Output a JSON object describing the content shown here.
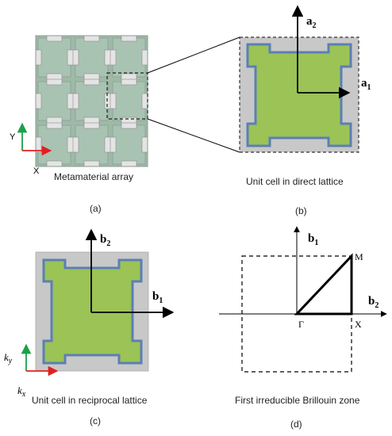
{
  "panels": {
    "a": {
      "label": "(a)",
      "caption": "Metamaterial array",
      "axis_y": "Y",
      "axis_x": "X"
    },
    "b": {
      "label": "(b)",
      "caption": "Unit cell in direct lattice",
      "vec1": "a",
      "vec1_sub": "1",
      "vec2": "a",
      "vec2_sub": "2"
    },
    "c": {
      "label": "(c)",
      "caption": "Unit cell in reciprocal lattice",
      "vec1": "b",
      "vec1_sub": "1",
      "vec2": "b",
      "vec2_sub": "2",
      "axis_ky": "k",
      "axis_ky_sub": "y",
      "axis_kx": "k",
      "axis_kx_sub": "x"
    },
    "d": {
      "label": "(d)",
      "caption": "First irreducible Brillouin zone",
      "vec1": "b",
      "vec1_sub": "1",
      "vec2": "b",
      "vec2_sub": "2",
      "point_gamma": "Γ",
      "point_x": "X",
      "point_m": "M"
    }
  },
  "colors": {
    "green_fill": "#9bc356",
    "blue_border": "#5b7fb5",
    "gray_bg": "#c8c8c8",
    "array_tile": "#a8bfb0",
    "axis_green": "#1aa04a",
    "axis_red": "#e02020"
  }
}
